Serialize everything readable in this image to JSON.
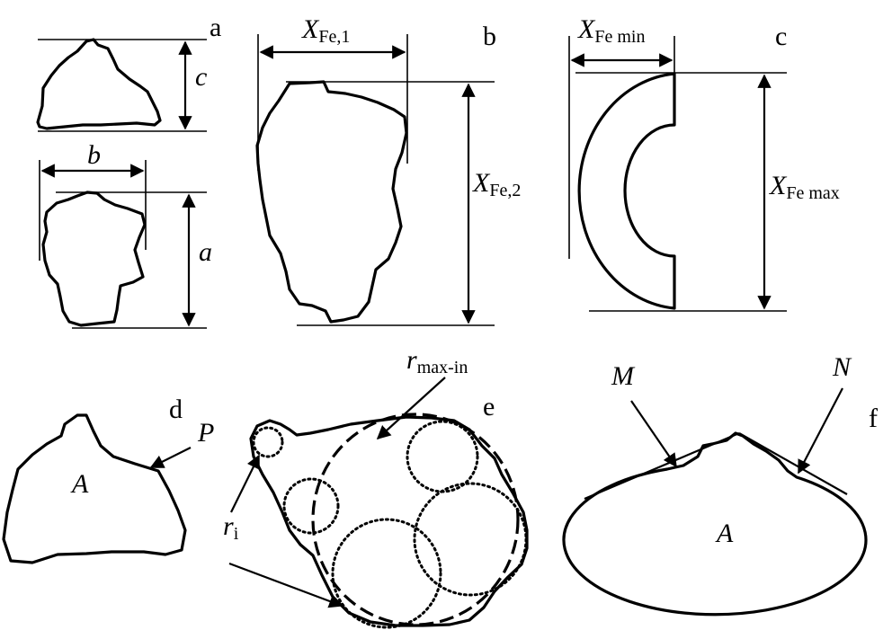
{
  "panels": {
    "a": {
      "letter": "a",
      "dims": [
        {
          "symbol": "c",
          "subscript": ""
        },
        {
          "symbol": "b",
          "subscript": ""
        },
        {
          "symbol": "a",
          "subscript": ""
        }
      ]
    },
    "b": {
      "letter": "b",
      "dims": [
        {
          "symbol": "X",
          "subscript": "Fe,1"
        },
        {
          "symbol": "X",
          "subscript": "Fe,2"
        }
      ]
    },
    "c": {
      "letter": "c",
      "dims": [
        {
          "symbol": "X",
          "subscript": "Fe min"
        },
        {
          "symbol": "X",
          "subscript": "Fe max"
        }
      ]
    },
    "d": {
      "letter": "d",
      "area_label": "A",
      "perimeter_label": "P"
    },
    "e": {
      "letter": "e",
      "max_circle_label": {
        "symbol": "r",
        "subscript": "max-in"
      },
      "corner_circle_label": {
        "symbol": "r",
        "subscript": "i"
      }
    },
    "f": {
      "letter": "f",
      "area_label": "A",
      "point_labels": [
        "M",
        "N"
      ]
    }
  }
}
